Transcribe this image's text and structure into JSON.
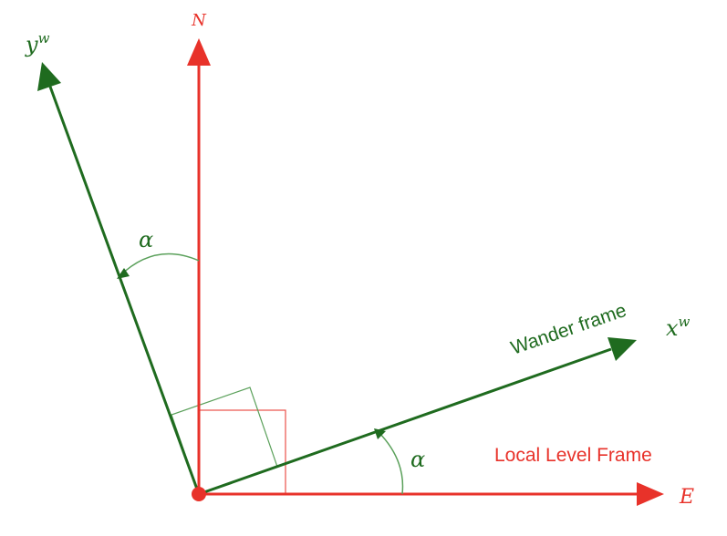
{
  "colors": {
    "local_frame": "#e8322a",
    "wander_frame": "#1f6b1f",
    "angle_arc": "#5aa05a",
    "background": "#ffffff"
  },
  "labels": {
    "north": "N",
    "east": "E",
    "x_axis_base": "x",
    "x_axis_sup": "w",
    "y_axis_base": "y",
    "y_axis_sup": "w",
    "wander_frame": "Wander frame",
    "local_level_frame": "Local Level Frame",
    "alpha_top": "α",
    "alpha_bottom": "α"
  }
}
